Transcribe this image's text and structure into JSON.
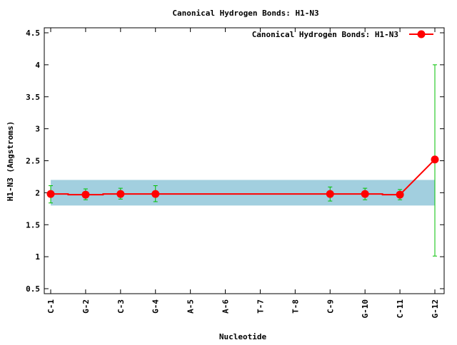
{
  "chart_data": {
    "type": "line",
    "title": "Canonical Hydrogen Bonds: H1-N3",
    "xlabel": "Nucleotide",
    "ylabel": "H1-N3 (Angstroms)",
    "ylim": [
      0.4,
      4.6
    ],
    "yticks": [
      "0.5",
      "1",
      "1.5",
      "2",
      "2.5",
      "3",
      "3.5",
      "4",
      "4.5"
    ],
    "categories": [
      "C-1",
      "G-2",
      "C-3",
      "G-4",
      "A-5",
      "A-6",
      "T-7",
      "T-8",
      "C-9",
      "G-10",
      "C-11",
      "G-12"
    ],
    "reference_band": [
      1.8,
      2.2
    ],
    "band_color": "#a2cfdf",
    "series": [
      {
        "name": "Canonical Hydrogen Bonds: H1-N3",
        "color": "#ff0000",
        "errorbar_color": "#00c000",
        "values": [
          1.98,
          1.97,
          1.98,
          1.98,
          null,
          null,
          null,
          null,
          1.98,
          1.98,
          1.97,
          2.52
        ],
        "err_low": [
          1.84,
          1.89,
          1.9,
          1.86,
          null,
          null,
          null,
          null,
          1.87,
          1.89,
          1.89,
          1.01
        ],
        "err_high": [
          2.11,
          2.06,
          2.07,
          2.11,
          null,
          null,
          null,
          null,
          2.09,
          2.07,
          2.05,
          4.0
        ]
      }
    ],
    "legend": "top-right",
    "grid": false
  }
}
